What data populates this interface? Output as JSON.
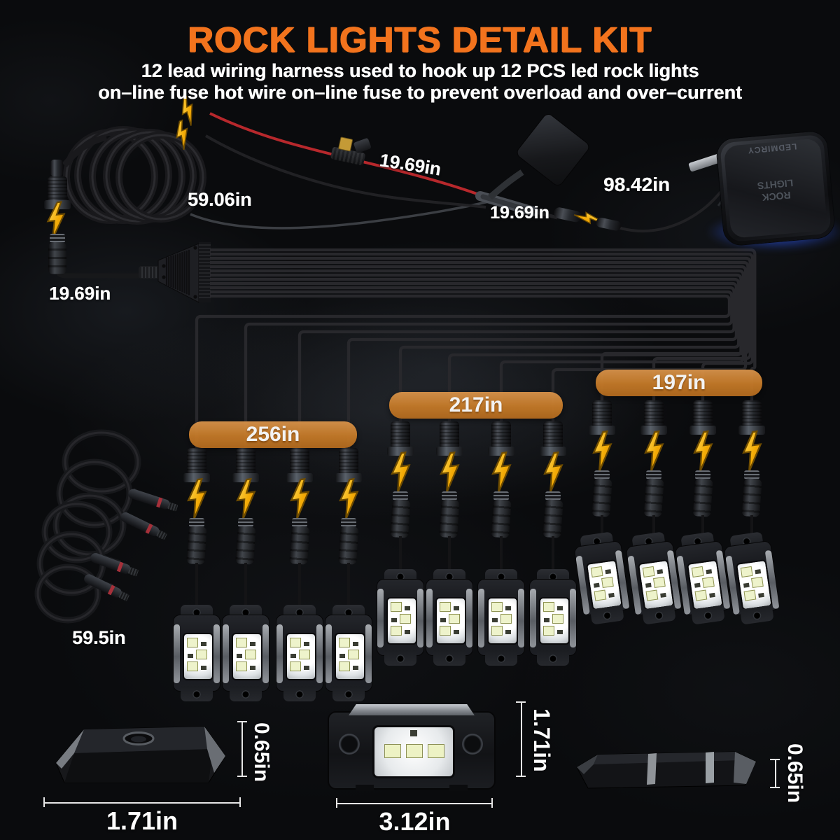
{
  "header": {
    "title": "ROCK LIGHTS DETAIL KIT",
    "subtitle_line1": "12 lead wiring harness used to hook up 12 PCS led rock lights",
    "subtitle_line2": "on–line fuse hot wire on–line fuse to prevent overload and over–current"
  },
  "labels": {
    "splitter_lead": "19.69in",
    "coil_cable": "59.06in",
    "fuse_wire": "19.69in",
    "relay_wire": "19.69in",
    "switch_wire": "98.42in",
    "extension_cable": "59.5in"
  },
  "branches": [
    {
      "length": "256in"
    },
    {
      "length": "217in"
    },
    {
      "length": "197in"
    }
  ],
  "switch": {
    "brand": "LEDMIRCY",
    "label": "ROCK LIGHTS"
  },
  "dimensions": {
    "pod_top_view": {
      "height": "0.65in",
      "width": "1.71in"
    },
    "pod_front_view": {
      "height": "1.71in",
      "width": "3.12in"
    },
    "pod_side_view": {
      "height": "0.65in"
    }
  },
  "colors": {
    "title_orange": "#F2731D",
    "banner_orange": "#C4772A",
    "bolt_gold": "#F7C11E",
    "wire_red": "#C03034",
    "switch_glow_blue": "#2E5BFF"
  }
}
